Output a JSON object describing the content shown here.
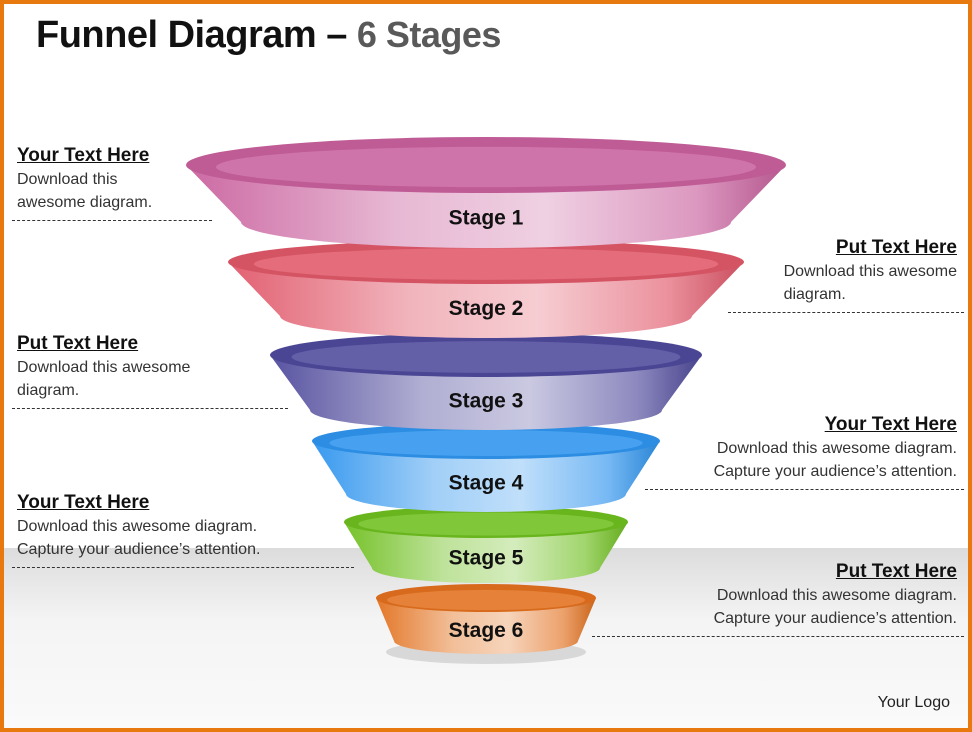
{
  "title": {
    "main": "Funnel Diagram –",
    "sub": "6 Stages"
  },
  "stages": [
    {
      "label": "Stage 1",
      "color": "#c9619e"
    },
    {
      "label": "Stage 2",
      "color": "#e05869"
    },
    {
      "label": "Stage 3",
      "color": "#4f4a9c"
    },
    {
      "label": "Stage 4",
      "color": "#2e94ee"
    },
    {
      "label": "Stage 5",
      "color": "#6fbf1f"
    },
    {
      "label": "Stage 6",
      "color": "#e2701d"
    }
  ],
  "notes": [
    {
      "heading": "Your Text Here",
      "line1": "Download this",
      "line2": "awesome diagram."
    },
    {
      "heading": "Put Text Here",
      "line1": "Download this  awesome",
      "line2": "diagram."
    },
    {
      "heading": "Put Text Here",
      "line1": "Download this  awesome",
      "line2": "diagram."
    },
    {
      "heading": "Your Text Here",
      "line1": "Download this  awesome diagram.",
      "line2": "Capture your audience’s attention."
    },
    {
      "heading": "Your Text Here",
      "line1": "Download this  awesome diagram.",
      "line2": "Capture your audience’s attention."
    },
    {
      "heading": "Put Text Here",
      "line1": "Download this  awesome diagram.",
      "line2": "Capture your audience’s attention."
    }
  ],
  "logo": "Your Logo"
}
